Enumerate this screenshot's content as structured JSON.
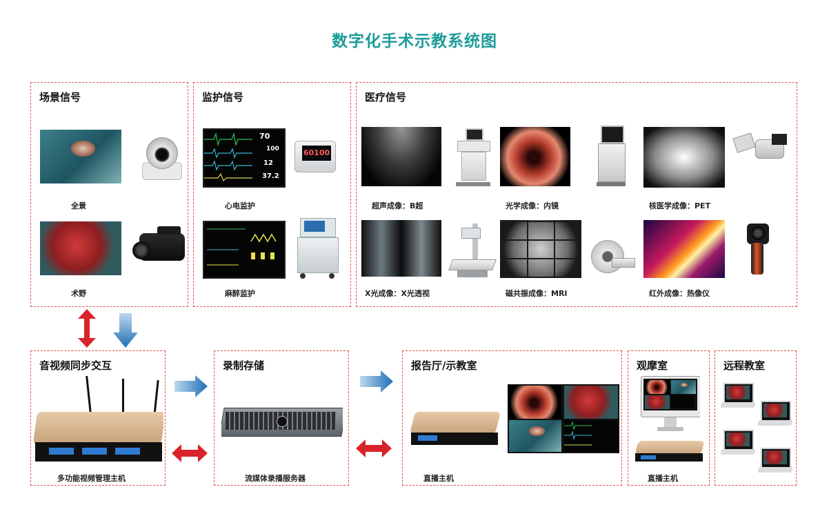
{
  "title": "数字化手术示教系统图",
  "sections": {
    "scene": {
      "title": "场景信号",
      "captions": [
        "全景",
        "术野"
      ]
    },
    "monitor": {
      "title": "监护信号",
      "captions": [
        "心电监护",
        "麻醉监护"
      ]
    },
    "medical": {
      "title": "医疗信号",
      "captions": [
        "超声成像：B超",
        "光学成像：内镜",
        "核医学成像：PET",
        "X光成像：X光透视",
        "磁共振成像：MRI",
        "红外成像：热像仪"
      ]
    },
    "av": {
      "title": "音视频同步交互",
      "caption": "多功能视频管理主机"
    },
    "record": {
      "title": "录制存储",
      "caption": "流媒体录播服务器"
    },
    "report": {
      "title": "报告厅/示教室",
      "caption": "直播主机"
    },
    "observe": {
      "title": "观摩室",
      "caption": "直播主机"
    },
    "remote": {
      "title": "远程教室"
    }
  },
  "monitor_readouts": {
    "ecg": [
      "70",
      "100",
      "12",
      "37.2"
    ],
    "patient_monitor": "60100"
  },
  "colors": {
    "title": "#1c9c9a",
    "border": "#d9524a",
    "arrow_red": "#d8232a",
    "arrow_blue": "#1f6fb5"
  }
}
